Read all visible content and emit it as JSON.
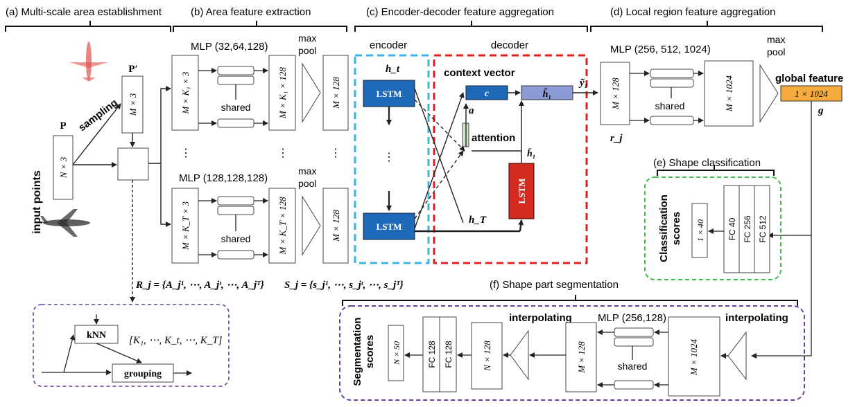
{
  "sections": {
    "a": "(a) Multi-scale area establishment",
    "b": "(b) Area feature extraction",
    "c": "(c) Encoder-decoder feature aggregation",
    "d": "(d) Local region feature aggregation",
    "e": "(e) Shape classification",
    "f": "(f) Shape part segmentation"
  },
  "labels": {
    "input_points": "input points",
    "P": "P",
    "P_prime": "P′",
    "sampling": "sampling",
    "N3": "N × 3",
    "M3": "M × 3",
    "mlp1": "MLP (32,64,128)",
    "mlp2": "MLP (128,128,128)",
    "mlp3": "MLP (256, 512, 1024)",
    "mlp4": "MLP (256,128)",
    "max": "max",
    "pool": "pool",
    "shared": "shared",
    "dots": "⋮",
    "mk1_3": "M × K₁ × 3",
    "mk1_128": "M × K₁ × 128",
    "mkT_3": "M × K_T × 3",
    "mkT_128": "M × K_T × 128",
    "m128": "M × 128",
    "m1024": "M × 1024",
    "n128": "N × 128",
    "n50": "N × 50",
    "encoder": "encoder",
    "decoder": "decoder",
    "lstm": "LSTM",
    "ht": "h_t",
    "hT": "h_T",
    "context_vector": "context vector",
    "c": "c",
    "a": "a",
    "attention": "attention",
    "h1_tilde": "h̃₁",
    "h1_bar": "h̄₁",
    "y1_tilde": "ỹ₁",
    "rj": "r_j",
    "global_feature": "global feature",
    "gf_dim": "1 × 1024",
    "g": "g",
    "classification_scores": "Classification scores",
    "cls_dim": "1 × 40",
    "fc40": "FC 40",
    "fc256": "FC 256",
    "fc512": "FC 512",
    "segmentation_scores": "Segmentation scores",
    "fc128": "FC 128",
    "interpolating": "interpolating",
    "knn": "kNN",
    "grouping": "grouping",
    "k_list": "[K₁, ⋯, K_t, ⋯, K_T]",
    "Rj": "R_j = {A_j¹, ⋯, A_jᵗ, ⋯, A_jᵀ}",
    "Sj": "S_j = {s_j¹, ⋯, s_jᵗ, ⋯, s_jᵀ}"
  },
  "colors": {
    "encoder_border": "#38b6e8",
    "decoder_border": "#e02020",
    "lstm_blue": "#1e6ab8",
    "lstm_red": "#d42a1f",
    "h1_box": "#8c9bd6",
    "global_feature": "#f6ac3c",
    "cls_border": "#3cc04a",
    "seg_border": "#6a3fa0",
    "knn_border": "#6a3fa0"
  }
}
